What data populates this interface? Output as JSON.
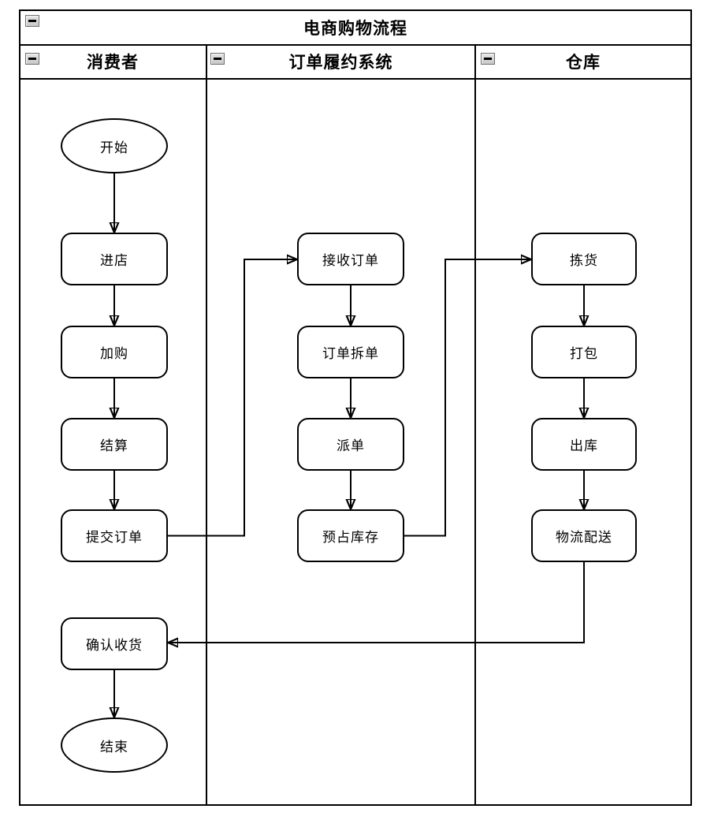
{
  "diagram": {
    "title": "电商购物流程",
    "colors": {
      "stroke": "#000000",
      "node_fill": "#ffffff",
      "collapse_button_fill": "#d9d9d9"
    },
    "collapse_icon": "minus",
    "lanes": [
      {
        "label": "消费者"
      },
      {
        "label": "订单履约系统"
      },
      {
        "label": "仓库"
      }
    ],
    "nodes": [
      {
        "id": "start",
        "label": "开始",
        "shape": "ellipse",
        "lane": "消费者"
      },
      {
        "id": "enter-store",
        "label": "进店",
        "shape": "rounded",
        "lane": "消费者"
      },
      {
        "id": "add-to-cart",
        "label": "加购",
        "shape": "rounded",
        "lane": "消费者"
      },
      {
        "id": "checkout",
        "label": "结算",
        "shape": "rounded",
        "lane": "消费者"
      },
      {
        "id": "submit-order",
        "label": "提交订单",
        "shape": "rounded",
        "lane": "消费者"
      },
      {
        "id": "confirm-receipt",
        "label": "确认收货",
        "shape": "rounded",
        "lane": "消费者"
      },
      {
        "id": "end",
        "label": "结束",
        "shape": "ellipse",
        "lane": "消费者"
      },
      {
        "id": "receive-order",
        "label": "接收订单",
        "shape": "rounded",
        "lane": "订单履约系统"
      },
      {
        "id": "split-order",
        "label": "订单拆单",
        "shape": "rounded",
        "lane": "订单履约系统"
      },
      {
        "id": "dispatch-order",
        "label": "派单",
        "shape": "rounded",
        "lane": "订单履约系统"
      },
      {
        "id": "reserve-stock",
        "label": "预占库存",
        "shape": "rounded",
        "lane": "订单履约系统"
      },
      {
        "id": "pick-goods",
        "label": "拣货",
        "shape": "rounded",
        "lane": "仓库"
      },
      {
        "id": "pack",
        "label": "打包",
        "shape": "rounded",
        "lane": "仓库"
      },
      {
        "id": "outbound",
        "label": "出库",
        "shape": "rounded",
        "lane": "仓库"
      },
      {
        "id": "delivery",
        "label": "物流配送",
        "shape": "rounded",
        "lane": "仓库"
      }
    ],
    "edges": [
      {
        "from": "开始",
        "to": "进店"
      },
      {
        "from": "进店",
        "to": "加购"
      },
      {
        "from": "加购",
        "to": "结算"
      },
      {
        "from": "结算",
        "to": "提交订单"
      },
      {
        "from": "提交订单",
        "to": "接收订单"
      },
      {
        "from": "接收订单",
        "to": "订单拆单"
      },
      {
        "from": "订单拆单",
        "to": "派单"
      },
      {
        "from": "派单",
        "to": "预占库存"
      },
      {
        "from": "预占库存",
        "to": "拣货"
      },
      {
        "from": "拣货",
        "to": "打包"
      },
      {
        "from": "打包",
        "to": "出库"
      },
      {
        "from": "出库",
        "to": "物流配送"
      },
      {
        "from": "物流配送",
        "to": "确认收货"
      },
      {
        "from": "确认收货",
        "to": "结束"
      }
    ]
  }
}
